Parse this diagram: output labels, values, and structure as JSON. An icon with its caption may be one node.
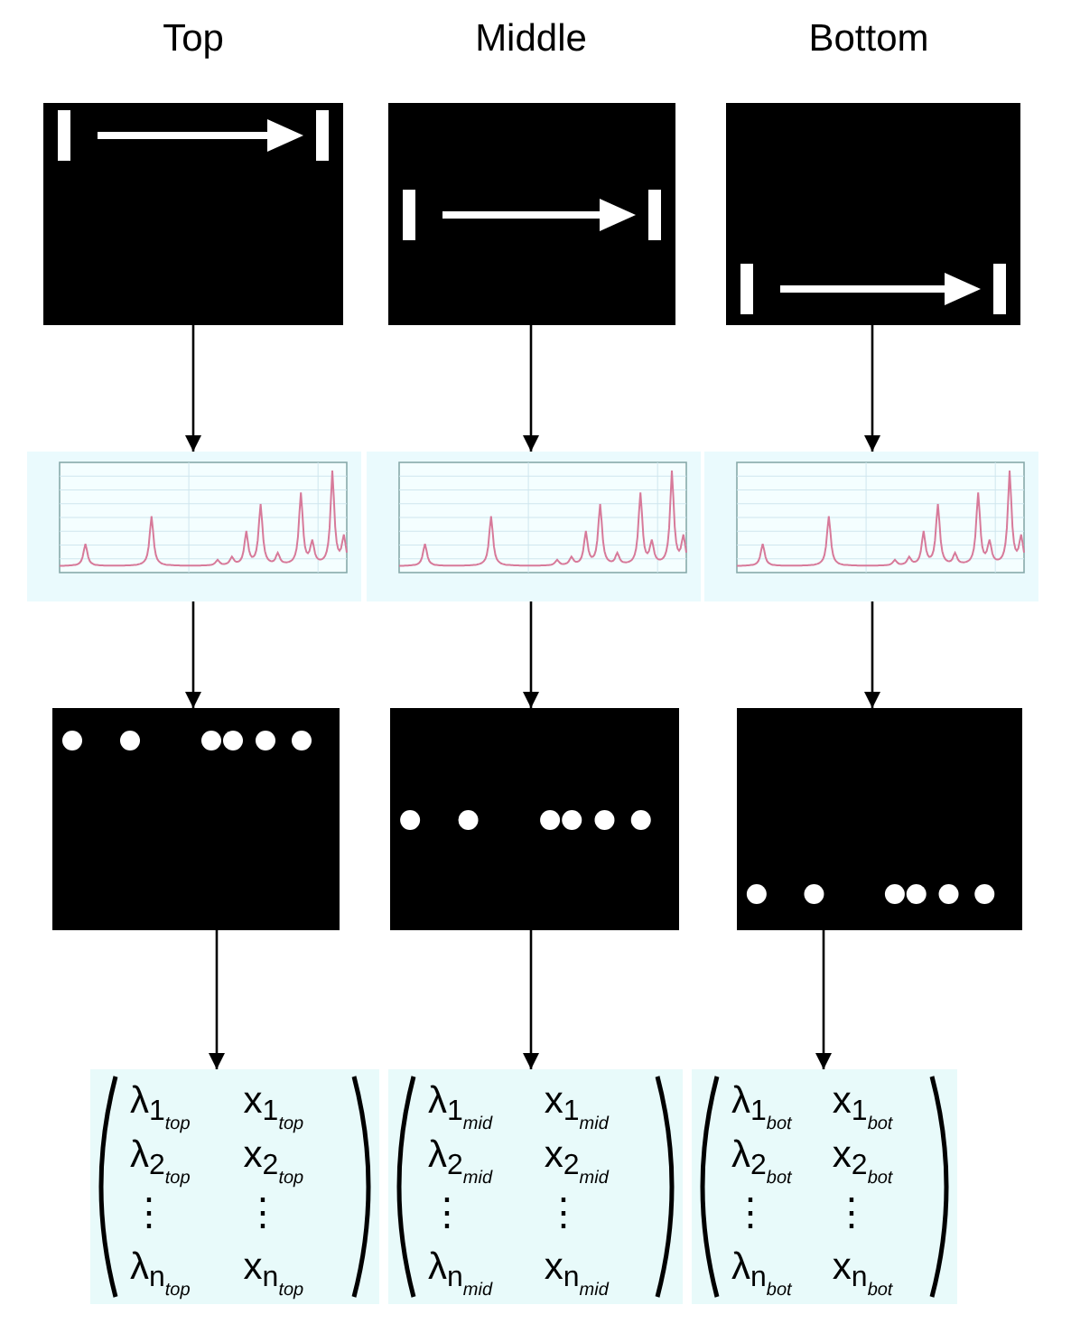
{
  "diagram": {
    "nodes": [
      {
        "text": [],
        "shape": "picture"
      },
      {
        "text": [],
        "shape": "picture"
      },
      {
        "text": [],
        "shape": "picture"
      },
      {
        "text": [],
        "shape": "picture"
      },
      {
        "text": [],
        "shape": "picture"
      },
      {
        "text": [],
        "shape": "picture"
      },
      {
        "text": [],
        "shape": "picture"
      },
      {
        "text": [],
        "shape": "picture"
      },
      {
        "text": [],
        "shape": "picture"
      },
      {
        "text": [
          "λ$_{1}$$_{top}$",
          "x$_{1}$$_{top}$",
          "λ$_{2}$$_{top}$",
          "x$_{2}$$_{top}$",
          "⋮",
          "⋮",
          "λ$_{n}$$_{top}$",
          "x$_{n}$$_{top}$"
        ]
      },
      {
        "text": [
          "λ$_{1}$$_{mid}$",
          "x$_{1}$$_{mid}$",
          "λ$_{2}$$_{mid}$",
          "x$_{2}$$_{mid}$",
          "⋮",
          "⋮",
          "λ$_{n}$$_{mid}$",
          "x$_{n}$$_{mid}$"
        ]
      },
      {
        "text": [
          "λ$_{1}$$_{bot}$",
          "x$_{1}$$_{bot}$",
          "λ$_{2}$$_{bot}$",
          "x$_{2}$$_{bot}$",
          "⋮",
          "⋮",
          "λ$_{n}$$_{bot}$",
          "x$_{n}$$_{bot}$"
        ]
      }
    ],
    "edges": [
      {
        "from": 0,
        "to": 3,
        "arrow": "to"
      },
      {
        "from": 1,
        "to": 4,
        "arrow": "to"
      },
      {
        "from": 2,
        "to": 5,
        "arrow": "to"
      },
      {
        "from": 3,
        "to": 6,
        "arrow": "to"
      },
      {
        "from": 4,
        "to": 7,
        "arrow": "to"
      },
      {
        "from": 5,
        "to": 8,
        "arrow": "to"
      },
      {
        "from": 6,
        "to": 9,
        "arrow": "to"
      },
      {
        "from": 7,
        "to": 10,
        "arrow": "to"
      },
      {
        "from": 8,
        "to": 11,
        "arrow": "to"
      }
    ],
    "labels": [
      "Top",
      "Middle",
      "Bottom"
    ]
  }
}
